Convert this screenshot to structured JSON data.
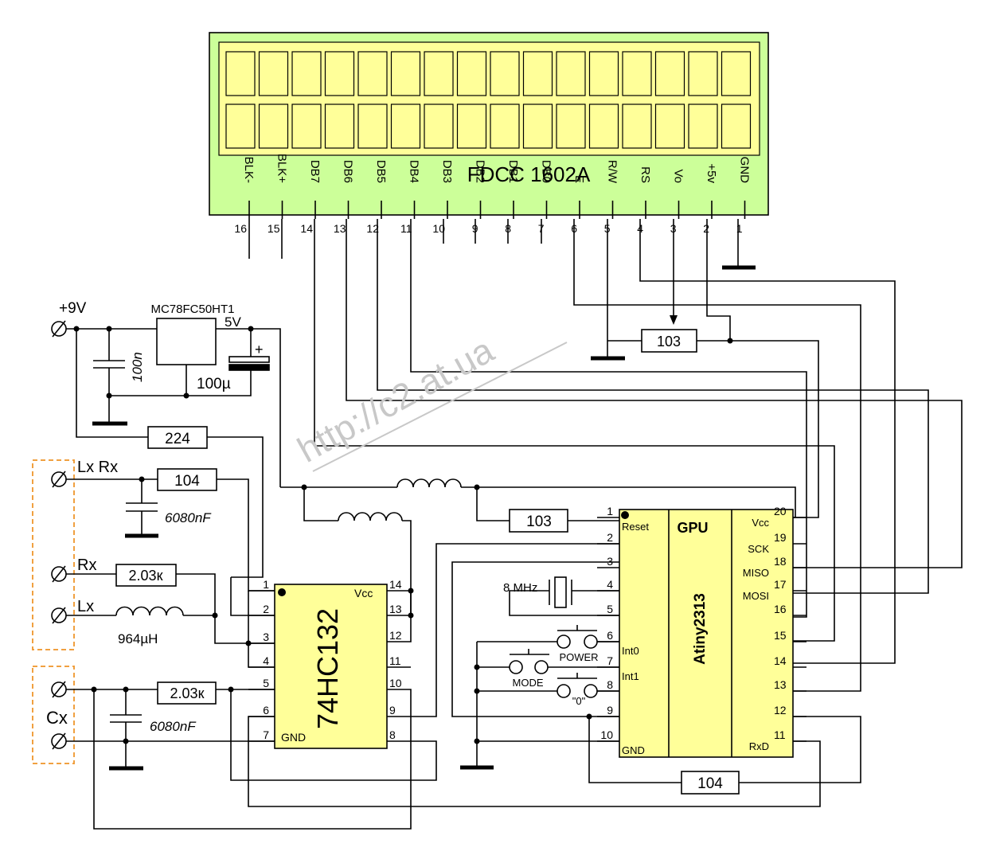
{
  "lcd": {
    "title": "FDCC 1602A",
    "pins": [
      {
        "name": "BLK-",
        "num": "16"
      },
      {
        "name": "BLK+",
        "num": "15"
      },
      {
        "name": "DB7",
        "num": "14"
      },
      {
        "name": "DB6",
        "num": "13"
      },
      {
        "name": "DB5",
        "num": "12"
      },
      {
        "name": "DB4",
        "num": "11"
      },
      {
        "name": "DB3",
        "num": "10"
      },
      {
        "name": "DB2",
        "num": "9"
      },
      {
        "name": "DB1",
        "num": "8"
      },
      {
        "name": "DB0",
        "num": "7"
      },
      {
        "name": "E",
        "num": "6"
      },
      {
        "name": "R/W",
        "num": "5"
      },
      {
        "name": "RS",
        "num": "4"
      },
      {
        "name": "Vo",
        "num": "3"
      },
      {
        "name": "+5v",
        "num": "2"
      },
      {
        "name": "GND",
        "num": "1"
      }
    ]
  },
  "power": {
    "input_label": "+9V",
    "regulator": "MC78FC50HT1",
    "out_label": "5V",
    "cap_in": "100n",
    "cap_out": "100µ",
    "cap_plus": "+"
  },
  "resistors": {
    "r224": "224",
    "r104_lx": "104",
    "r103_pot": "103",
    "r103_reset": "103",
    "r203_rx": "2.03к",
    "r203_cx": "2.03к",
    "r104_bottom": "104"
  },
  "terminals": {
    "lxrx": "Lx Rx",
    "rx": "Rx",
    "lx": "Lx",
    "cx": "Cx"
  },
  "passives": {
    "cap_lxrx": "6080nF",
    "cap_cx": "6080nF",
    "inductor": "964µH",
    "crystal": "8 MHz"
  },
  "buttons": {
    "power": "POWER",
    "mode": "MODE",
    "zero": "\"0\""
  },
  "ic_logic": {
    "name": "74HC132",
    "vcc": "Vcc",
    "gnd": "GND",
    "pins": [
      "1",
      "2",
      "3",
      "4",
      "5",
      "6",
      "7",
      "8",
      "9",
      "10",
      "11",
      "12",
      "13",
      "14"
    ]
  },
  "ic_gpu": {
    "header": "GPU",
    "name": "Atiny2313",
    "left_pins": [
      {
        "num": "1",
        "label": "Reset"
      },
      {
        "num": "2",
        "label": ""
      },
      {
        "num": "3",
        "label": ""
      },
      {
        "num": "4",
        "label": ""
      },
      {
        "num": "5",
        "label": ""
      },
      {
        "num": "6",
        "label": "Int0"
      },
      {
        "num": "7",
        "label": "Int1"
      },
      {
        "num": "8",
        "label": ""
      },
      {
        "num": "9",
        "label": ""
      },
      {
        "num": "10",
        "label": "GND"
      }
    ],
    "right_pins": [
      {
        "num": "20",
        "label": "Vcc"
      },
      {
        "num": "19",
        "label": "SCK"
      },
      {
        "num": "18",
        "label": "MISO"
      },
      {
        "num": "17",
        "label": "MOSI"
      },
      {
        "num": "16",
        "label": ""
      },
      {
        "num": "15",
        "label": ""
      },
      {
        "num": "14",
        "label": ""
      },
      {
        "num": "13",
        "label": ""
      },
      {
        "num": "12",
        "label": ""
      },
      {
        "num": "11",
        "label": "RxD"
      }
    ]
  },
  "watermark": "http://c2.at.ua",
  "colors": {
    "lcd_bg": "#ccff99",
    "lcd_cell": "#ffff99",
    "ic_fill": "#ffff99",
    "dashed_box": "#f0a040"
  }
}
